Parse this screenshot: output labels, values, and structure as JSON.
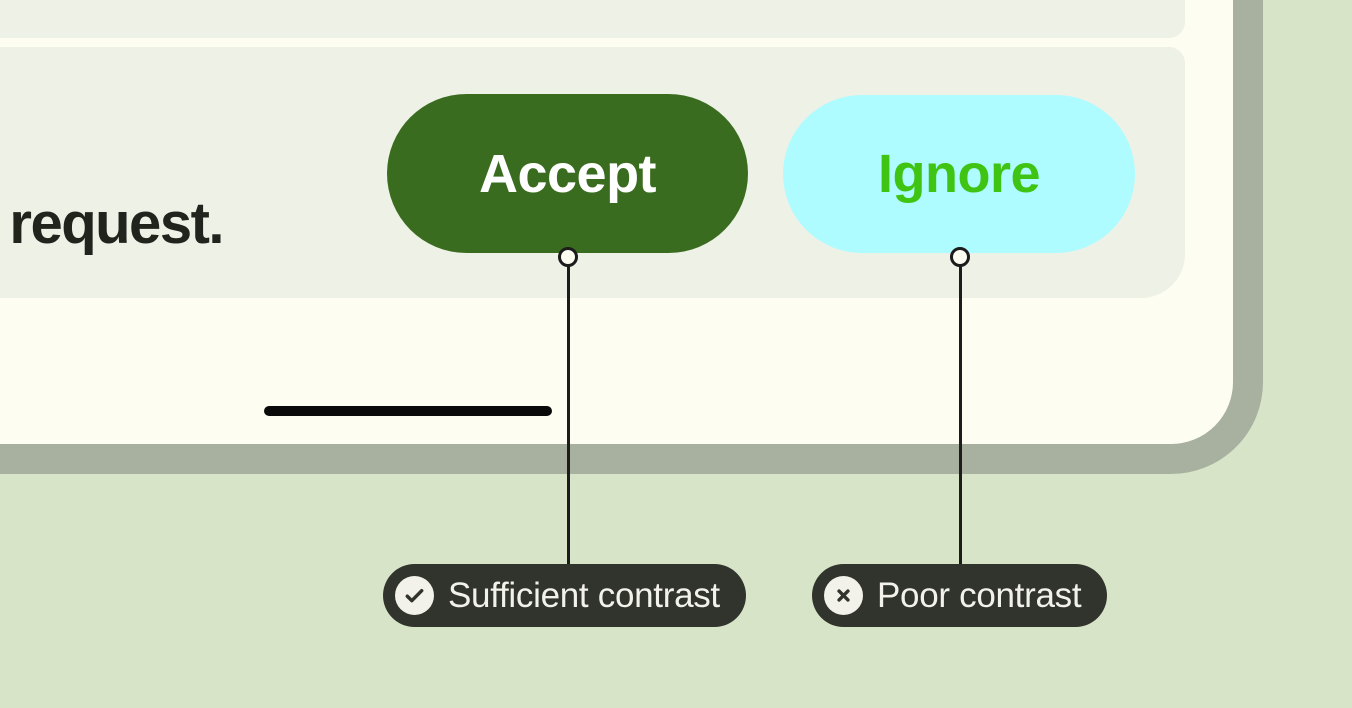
{
  "colors": {
    "page-bg": "#d8e4c8",
    "card-bg": "#fdfdf2",
    "card-border": "#a8b0a0",
    "panel-bg": "#eef1e6",
    "accept-bg": "#3a6c20",
    "accept-text": "#ffffff",
    "ignore-bg": "#aefcff",
    "ignore-text": "#3fc414",
    "message-text": "#20241d",
    "callout-bg": "#31342d",
    "callout-text": "#f2f2ea",
    "connector": "#1c1c1c",
    "home-indicator": "#0a0a0a"
  },
  "mock_ui": {
    "message_text": "a request.",
    "accept_button": {
      "label": "Accept"
    },
    "ignore_button": {
      "label": "Ignore"
    }
  },
  "annotations": {
    "sufficient": {
      "label": "Sufficient contrast",
      "icon": "check-circle"
    },
    "poor": {
      "label": "Poor contrast",
      "icon": "x-circle"
    }
  }
}
